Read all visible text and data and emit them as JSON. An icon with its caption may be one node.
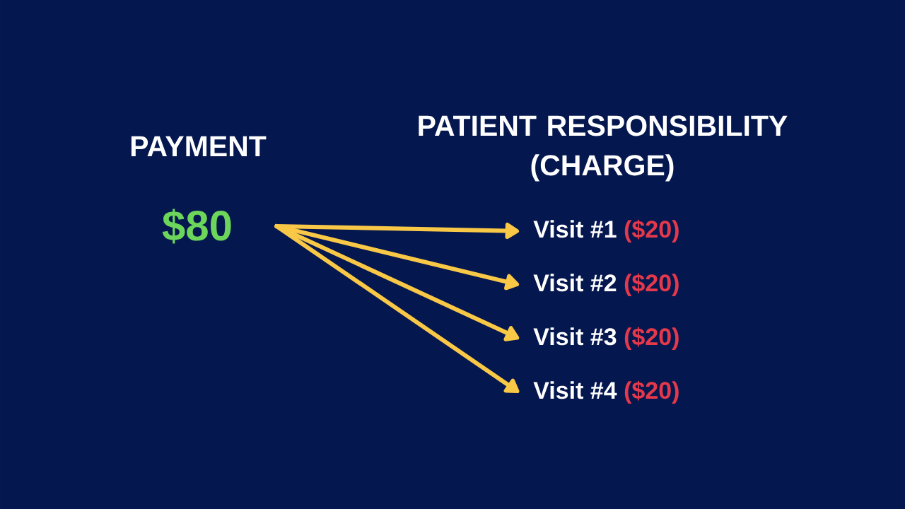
{
  "diagram": {
    "nodes": [
      {
        "text": [
          "$80"
        ]
      },
      {
        "text": [
          "Visit #1",
          "($20)"
        ]
      },
      {
        "text": [
          "Visit #2",
          "($20)"
        ]
      },
      {
        "text": [
          "Visit #3",
          "($20)"
        ]
      },
      {
        "text": [
          "Visit #4",
          "($20)"
        ]
      }
    ],
    "edges": [
      {
        "from": 0,
        "to": 1,
        "arrow": "to"
      },
      {
        "from": 0,
        "to": 2,
        "arrow": "to"
      },
      {
        "from": 0,
        "to": 3,
        "arrow": "to"
      },
      {
        "from": 0,
        "to": 4,
        "arrow": "to"
      }
    ],
    "labels": [
      "PAYMENT",
      "PATIENT RESPONSIBILITY (CHARGE)"
    ]
  }
}
